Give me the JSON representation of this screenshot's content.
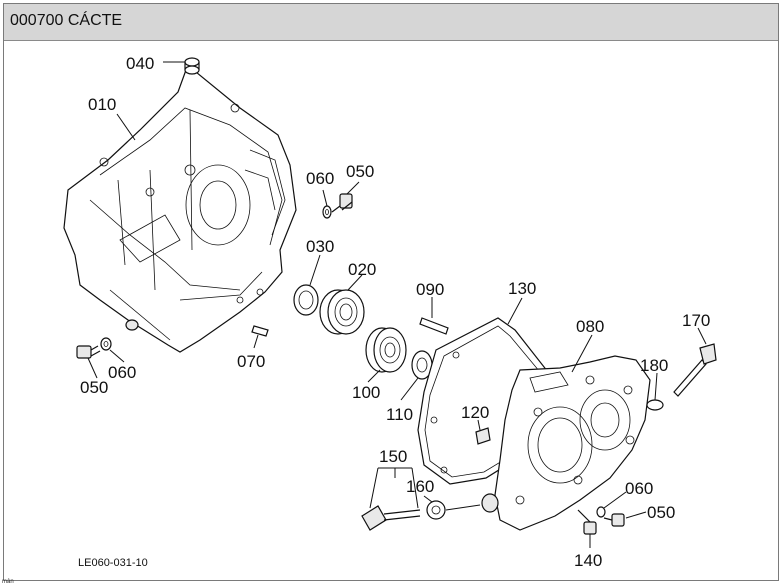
{
  "header": {
    "title": "000700 CÁCTE"
  },
  "diagram": {
    "code": "LE060-031-10",
    "footer_text": "mân",
    "callouts": [
      "040",
      "010",
      "060",
      "050",
      "030",
      "020",
      "090",
      "130",
      "080",
      "170",
      "180",
      "050",
      "060",
      "070",
      "100",
      "110",
      "120",
      "150",
      "160",
      "060",
      "050",
      "140"
    ]
  }
}
